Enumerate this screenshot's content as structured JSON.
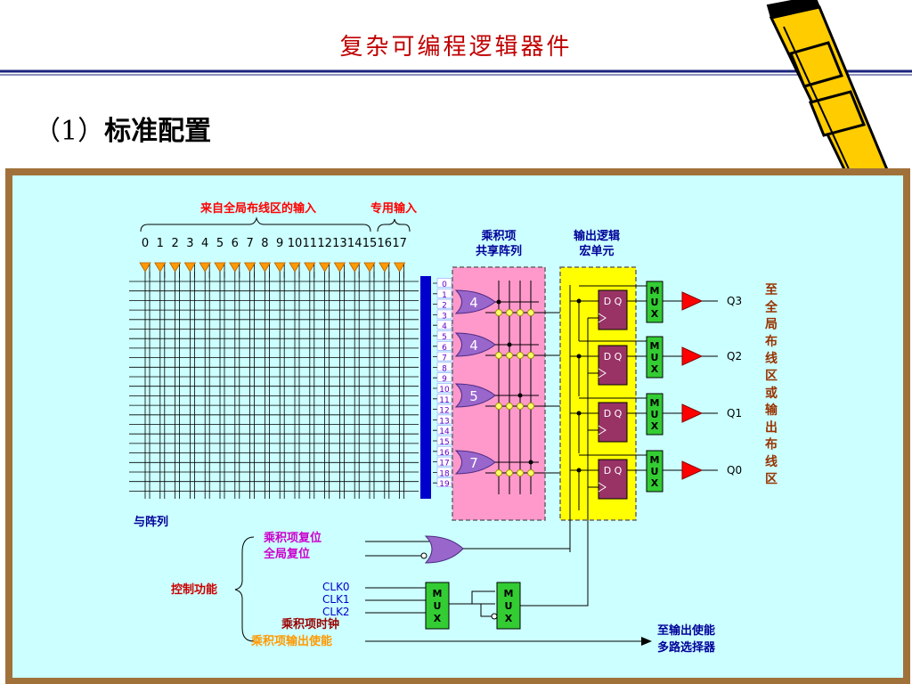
{
  "slide": {
    "title": "复杂可编程逻辑器件",
    "subtitle_num": "（1）",
    "subtitle": "标准配置"
  },
  "diagram": {
    "global_inputs_label": "来自全局布线区的输入",
    "dedicated_inputs_label": "专用输入",
    "input_numbers": [
      "0",
      "1",
      "2",
      "3",
      "4",
      "5",
      "6",
      "7",
      "8",
      "9",
      "10",
      "11",
      "12",
      "13",
      "14",
      "15",
      "16",
      "17"
    ],
    "sharing_label_1": "乘积项",
    "sharing_label_2": "共享阵列",
    "macro_label_1": "输出逻辑",
    "macro_label_2": "宏单元",
    "product_terms": [
      "0",
      "1",
      "2",
      "3",
      "4",
      "5",
      "6",
      "7",
      "8",
      "9",
      "10",
      "11",
      "12",
      "13",
      "14",
      "15",
      "16",
      "17",
      "18",
      "19"
    ],
    "or_gates": [
      "4",
      "4",
      "5",
      "7"
    ],
    "ff_label": "D Q",
    "mux_label": "MUX",
    "outputs": [
      "Q3",
      "Q2",
      "Q1",
      "Q0"
    ],
    "side_label": [
      "至",
      "全",
      "局",
      "布",
      "线",
      "区",
      "或",
      "输",
      "出",
      "布",
      "线",
      "区"
    ],
    "and_array_label": "与阵列",
    "control_label": "控制功能",
    "pt_reset": "乘积项复位",
    "global_reset": "全局复位",
    "clocks": [
      "CLK0",
      "CLK1",
      "CLK2"
    ],
    "pt_clock": "乘积项时钟",
    "pt_oe": "乘积项输出使能",
    "oe_target_1": "至输出使能",
    "oe_target_2": "多路选择器"
  },
  "colors": {
    "title": "#c00000",
    "frame": "#a0723a",
    "panel": "#ccffff",
    "pink": "#ff99cc",
    "yellow": "#ffff00",
    "or_gate": "#9966cc",
    "flipflop": "#993366",
    "mux": "#33cc33",
    "buffer": "#ff0000",
    "input_triangle": "#ff9900",
    "pt_bubble": "#0000cc"
  }
}
